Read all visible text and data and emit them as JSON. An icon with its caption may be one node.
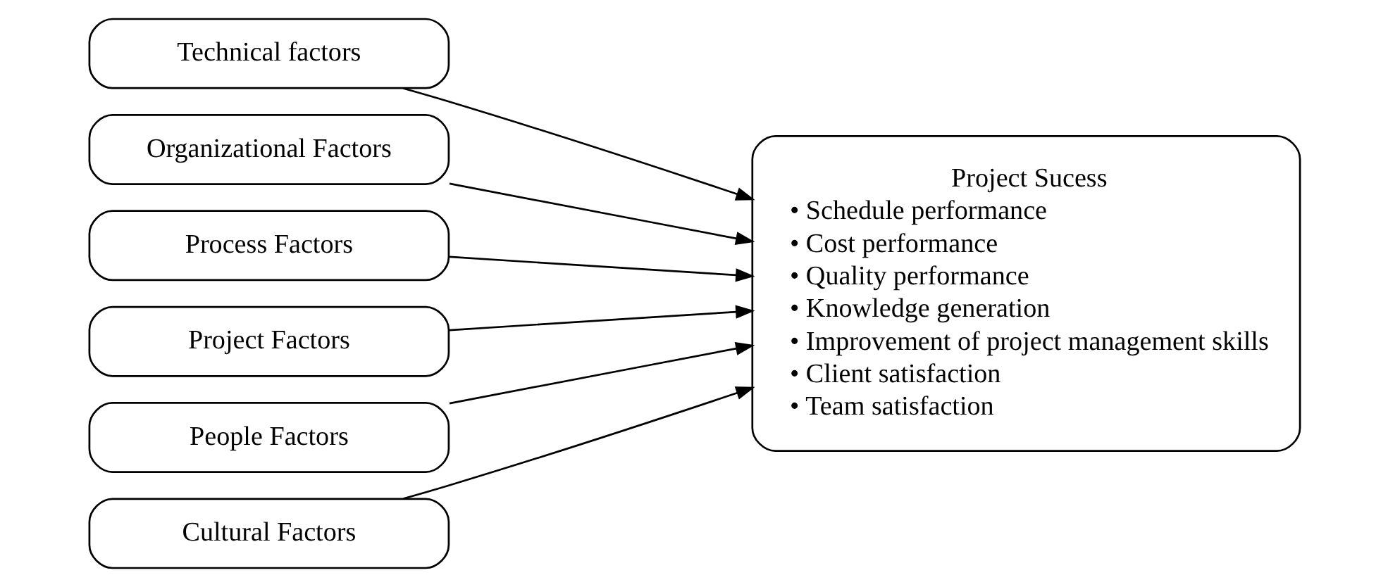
{
  "diagram": {
    "nodes": [
      {
        "text": [
          "Technical factors"
        ]
      },
      {
        "text": [
          "Organizational Factors"
        ]
      },
      {
        "text": [
          "Process Factors"
        ]
      },
      {
        "text": [
          "Project Factors"
        ]
      },
      {
        "text": [
          "People Factors"
        ]
      },
      {
        "text": [
          "Cultural Factors"
        ]
      },
      {
        "text": [
          "Project Sucess",
          "• Schedule performance",
          "• Cost performance",
          "• Quality performance",
          "• Knowledge generation",
          "• Improvement of project management skills",
          "• Client satisfaction",
          "• Team satisfaction"
        ]
      }
    ],
    "edges": [
      {
        "from": 0,
        "to": 6,
        "arrow": "to"
      },
      {
        "from": 1,
        "to": 6,
        "arrow": "to"
      },
      {
        "from": 2,
        "to": 6,
        "arrow": "to"
      },
      {
        "from": 3,
        "to": 6,
        "arrow": "to"
      },
      {
        "from": 4,
        "to": 6,
        "arrow": "to"
      },
      {
        "from": 5,
        "to": 6,
        "arrow": "to"
      }
    ]
  }
}
